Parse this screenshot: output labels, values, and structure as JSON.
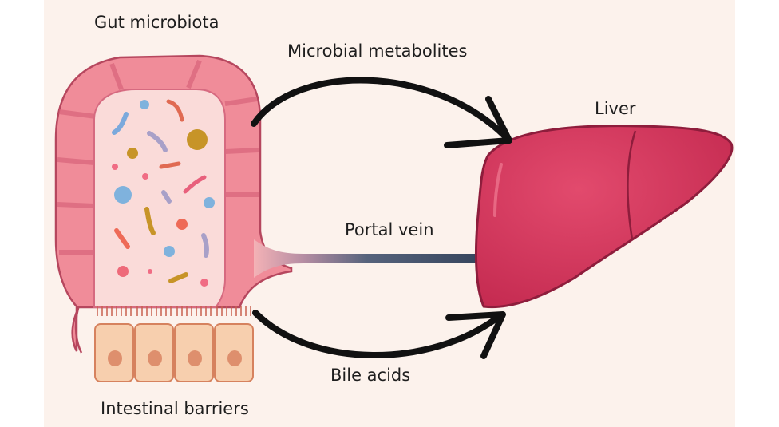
{
  "labels": {
    "gut_microbiota": "Gut microbiota",
    "microbial_metabolites": "Microbial metabolites",
    "liver": "Liver",
    "portal_vein": "Portal vein",
    "bile_acids": "Bile acids",
    "intestinal_barriers": "Intestinal barriers"
  },
  "colors": {
    "background": "#fcf2ec",
    "intestine": "#f08c99",
    "intestine_dark": "#b6475e",
    "lumen": "#f9d6d4",
    "liver": "#d0355a",
    "liver_dark": "#8e1d3c",
    "portal_vein": "#36455d",
    "arrow": "#111111",
    "epithelium": "#f7cfae",
    "nucleus": "#de8f6d"
  },
  "icons": {
    "intestine": "intestine-illustration",
    "liver": "liver-illustration",
    "epithelium": "epithelial-cells",
    "bacteria": "bacteria-cluster"
  }
}
